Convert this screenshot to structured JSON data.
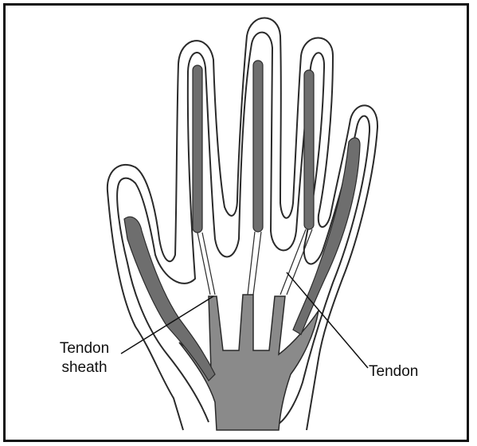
{
  "diagram": {
    "labels": {
      "tendon_sheath_line1": "Tendon",
      "tendon_sheath_line2": "sheath",
      "tendon": "Tendon"
    },
    "colors": {
      "border": "#111111",
      "outline": "#2a2a2a",
      "tendon_fill": "#6e6e6e",
      "sheath_fill": "#8a8a8a",
      "background": "#ffffff"
    }
  }
}
